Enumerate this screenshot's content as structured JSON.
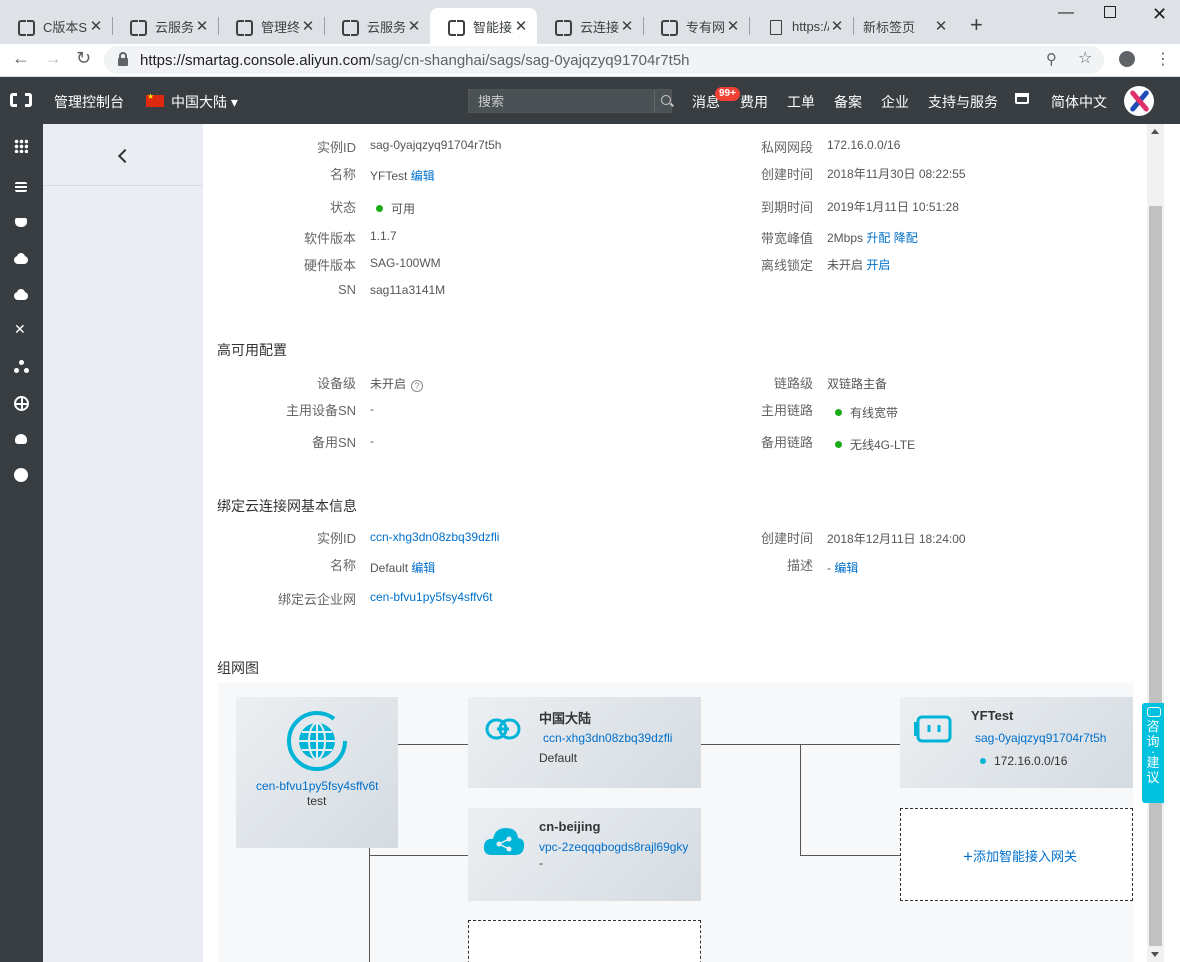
{
  "browser": {
    "tabs": [
      {
        "label": "C版本S…",
        "icon": "aliyun-icon"
      },
      {
        "label": "云服务器…",
        "icon": "aliyun-icon"
      },
      {
        "label": "管理终端…",
        "icon": "aliyun-icon"
      },
      {
        "label": "云服务器…",
        "icon": "aliyun-icon"
      },
      {
        "label": "智能接入…",
        "icon": "aliyun-icon",
        "active": true
      },
      {
        "label": "云连接网…",
        "icon": "aliyun-icon"
      },
      {
        "label": "专有网络…",
        "icon": "aliyun-icon"
      },
      {
        "label": "https://…",
        "icon": "document-icon"
      },
      {
        "label": "新标签页",
        "icon": ""
      }
    ],
    "url_host": "https://smartag.console.aliyun.com",
    "url_path": "/sag/cn-shanghai/sags/sag-0yajqzyq91704r7t5h"
  },
  "topnav": {
    "console": "管理控制台",
    "region": "中国大陆",
    "search_placeholder": "搜索",
    "messages": "消息",
    "messages_badge": "99+",
    "items": [
      "费用",
      "工单",
      "备案",
      "企业",
      "支持与服务"
    ],
    "language": "简体中文"
  },
  "basic": {
    "left": [
      {
        "label": "实例ID",
        "value": "sag-0yajqzyq91704r7t5h"
      },
      {
        "label": "名称",
        "value": "YFTest",
        "link": "编辑"
      },
      {
        "label": "状态",
        "value": "可用",
        "status": "green"
      },
      {
        "label": "软件版本",
        "value": "1.1.7"
      },
      {
        "label": "硬件版本",
        "value": "SAG-100WM"
      },
      {
        "label": "SN",
        "value": "sag11a3141M"
      }
    ],
    "right": [
      {
        "label": "私网网段",
        "value": "172.16.0.0/16"
      },
      {
        "label": "创建时间",
        "value": "2018年11月30日 08:22:55"
      },
      {
        "label": "到期时间",
        "value": "2019年1月11日 10:51:28"
      },
      {
        "label": "带宽峰值",
        "value": "2Mbps",
        "links": [
          "升配",
          "降配"
        ]
      },
      {
        "label": "离线锁定",
        "value": "未开启",
        "link": "开启"
      }
    ]
  },
  "ha": {
    "title": "高可用配置",
    "left": [
      {
        "label": "设备级",
        "value": "未开启"
      },
      {
        "label": "主用设备SN",
        "value": "-"
      },
      {
        "label": "备用SN",
        "value": "-"
      }
    ],
    "right": [
      {
        "label": "链路级",
        "value": "双链路主备"
      },
      {
        "label": "主用链路",
        "value": "有线宽带"
      },
      {
        "label": "备用链路",
        "value": "无线4G-LTE"
      }
    ]
  },
  "ccn": {
    "title": "绑定云连接网基本信息",
    "id_label": "实例ID",
    "id": "ccn-xhg3dn08zbq39dzfli",
    "name_label": "名称",
    "name": "Default",
    "name_edit": "编辑",
    "cen_label": "绑定云企业网",
    "cen": "cen-bfvu1py5fsy4sffv6t",
    "created_label": "创建时间",
    "created": "2018年12月11日 18:24:00",
    "desc_label": "描述",
    "desc": "-",
    "desc_edit": "编辑"
  },
  "topology": {
    "title": "组网图",
    "cen_node": {
      "id": "cen-bfvu1py5fsy4sffv6t",
      "name": "test"
    },
    "region_node": {
      "title": "中国大陆",
      "id": "ccn-xhg3dn08zbq39dzfli",
      "desc": "Default"
    },
    "vpc_node": {
      "title": "cn-beijing",
      "id": "vpc-2zeqqqbogds8rajl69gky",
      "desc": "-"
    },
    "sag_node": {
      "title": "YFTest",
      "id": "sag-0yajqzyq91704r7t5h",
      "cidr": "172.16.0.0/16"
    },
    "add_sag": "添加智能接入网关"
  },
  "feedback": [
    "咨",
    "询",
    "·",
    "建",
    "议"
  ],
  "colors": {
    "link": "#0070cc",
    "accent": "#00c1de",
    "ok": "#1aac19",
    "nav": "#373d41"
  }
}
